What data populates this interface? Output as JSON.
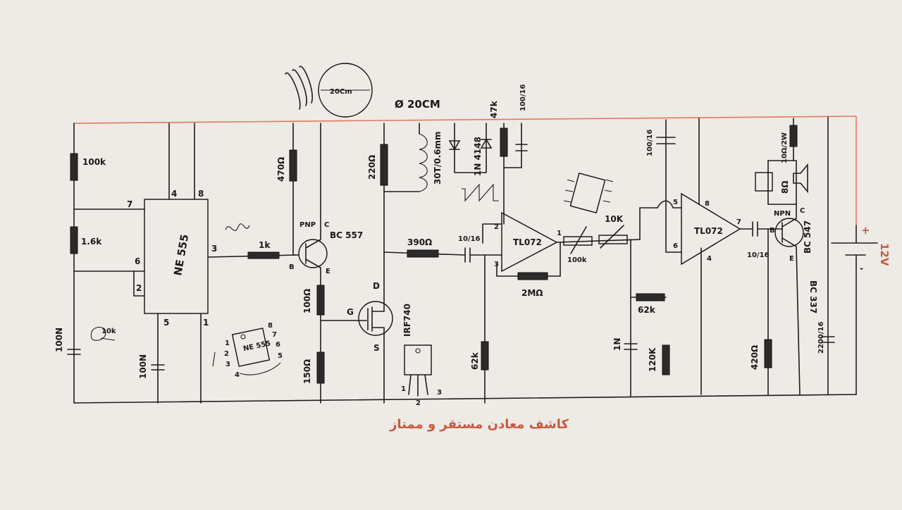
{
  "title_arabic": "کاشف معادن مستقر و ممتاز",
  "colors": {
    "paper": "#eeeae6",
    "ink": "#1d1d1d",
    "supply_line": "#e07a5f",
    "title": "#c8593f"
  },
  "coil": {
    "diameter": "Ø 20CM",
    "winding": "30T/0.6mm",
    "sketch_label": "20Cm"
  },
  "supply": {
    "voltage": "12V",
    "plus": "+",
    "minus": "-"
  },
  "ne555": {
    "name": "NE 555",
    "pins": [
      "7",
      "4",
      "8",
      "6",
      "2",
      "3",
      "5",
      "1"
    ],
    "pinout_sketch": {
      "label": "NE 555",
      "pins_left": [
        "1",
        "2",
        "3",
        "4"
      ],
      "pins_right": [
        "8",
        "7",
        "6",
        "5"
      ]
    }
  },
  "pnp": {
    "type": "PNP",
    "part": "BC 557",
    "pins": [
      "B",
      "C",
      "E"
    ]
  },
  "mosfet": {
    "part": "IRF740",
    "pins": [
      "D",
      "G",
      "S"
    ],
    "package_pins": [
      "1",
      "2",
      "3"
    ]
  },
  "opamp1": {
    "name": "TL072",
    "pins": [
      "2",
      "3",
      "1"
    ]
  },
  "opamp2": {
    "name": "TL072",
    "pins": [
      "5",
      "6",
      "8",
      "7",
      "4"
    ]
  },
  "npn": {
    "type": "NPN",
    "part": "BC 547",
    "alt_part": "BC 337",
    "pins": [
      "C",
      "B",
      "E"
    ]
  },
  "diode": {
    "part": "1N 4148"
  },
  "components": {
    "r_100k": "100k",
    "r_1_6k": "1.6k",
    "c_100n_a": "100N",
    "c_100n_b": "100N",
    "pot_10k_left": "10k",
    "r_1k": "1k",
    "r_470": "470Ω",
    "r_100": "100Ω",
    "r_150": "150Ω",
    "r_220": "220Ω",
    "r_390": "390Ω",
    "c_10_16": "10/16",
    "r_62k_a": "62k",
    "r_47k": "47k",
    "c_100_16_a": "100/16",
    "r_2m": "2MΩ",
    "pot_100k": "100k",
    "pot_10k": "10K",
    "r_62k_b": "62k",
    "c_1n": "1N",
    "r_120k": "120K",
    "c_100_16_b": "100/16",
    "c_10_16_b": "10/16",
    "r_420": "420Ω",
    "r_10_2w": "10Ω/2W",
    "speaker": "8Ω",
    "c_2200_16": "2200/16"
  }
}
